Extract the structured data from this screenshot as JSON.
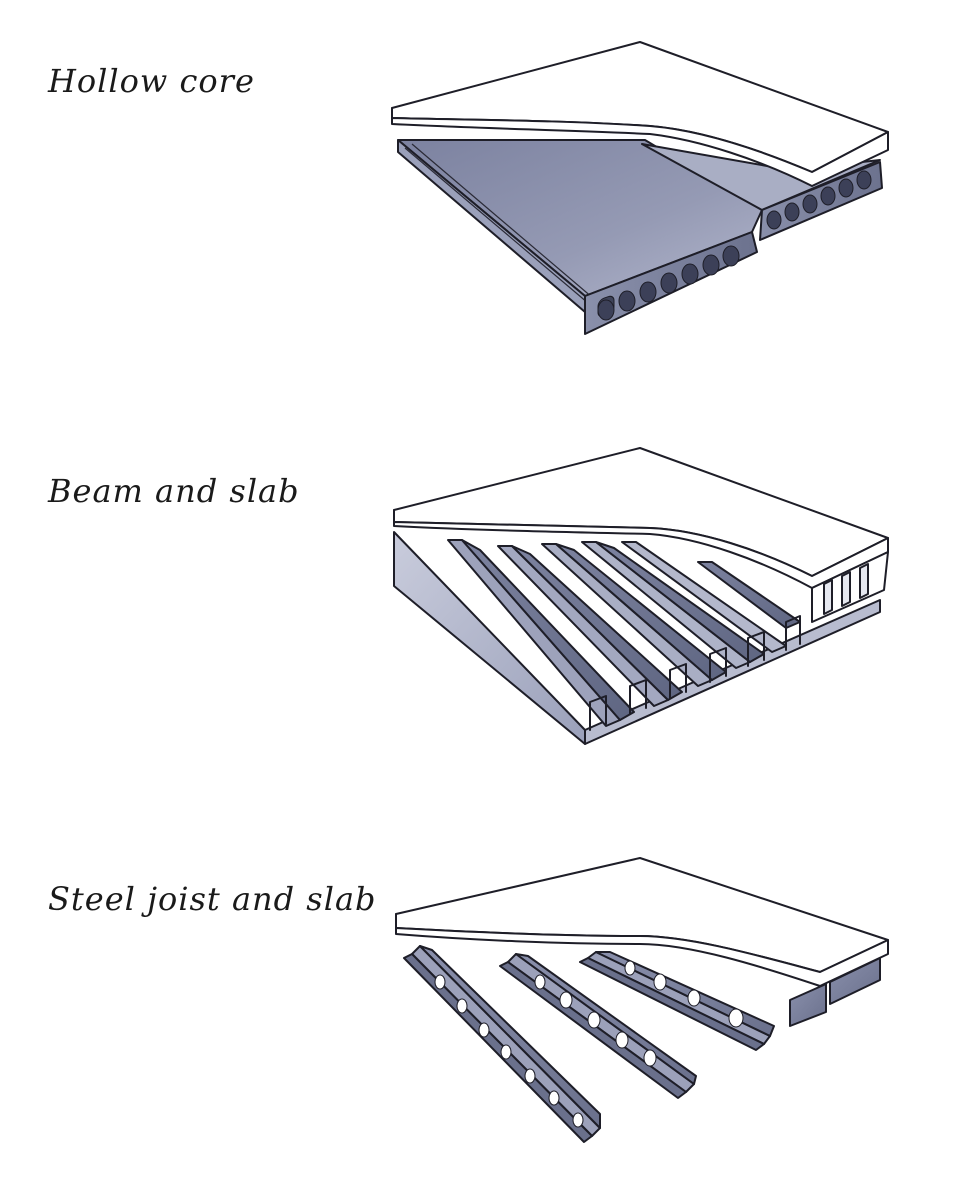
{
  "labels": {
    "hollow_core": "Hollow core",
    "beam_and_slab": "Beam and slab",
    "steel_joist_and_slab": "Steel joist and slab"
  },
  "colors": {
    "slate_dark": "#6f7590",
    "slate_mid": "#8d93ad",
    "slate_light": "#c4c8d8",
    "paper": "#ffffff",
    "ink": "#1e1e28"
  }
}
